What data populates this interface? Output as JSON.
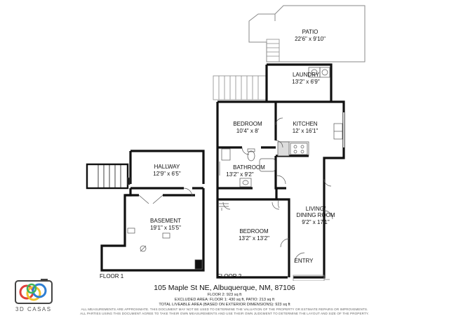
{
  "rooms": {
    "patio": {
      "name": "PATIO",
      "size": "22'6\" x 9'10\""
    },
    "laundry": {
      "name": "LAUNDRY",
      "size": "13'2\" x 6'9\""
    },
    "bedroom1": {
      "name": "BEDROOM",
      "size": "10'4\" x 8'"
    },
    "kitchen": {
      "name": "KITCHEN",
      "size": "12' x 16'1\""
    },
    "bathroom": {
      "name": "BATHROOM",
      "size": "13'2\" x 9'2\""
    },
    "living": {
      "name1": "LIVING/",
      "name2": "DINING ROOM",
      "size": "9'2\" x 17'1\""
    },
    "bedroom2": {
      "name": "BEDROOM",
      "size": "13'2\" x 13'2\""
    },
    "entry": {
      "name": "ENTRY"
    },
    "hallway": {
      "name": "HALLWAY",
      "size": "12'9\" x 6'5\""
    },
    "basement": {
      "name": "BASEMENT",
      "size": "19'1\" x 15'5\""
    }
  },
  "floors": {
    "floor1": "FLOOR 1",
    "floor2": "FLOOR 2"
  },
  "footer": {
    "address": "105 Maple St NE, Albuquerque, NM, 87106",
    "floor2_area": "FLOOR 2: 923 sq ft",
    "excluded": "EXCLUDED AREA: FLOOR 1: 430 sq ft, PATIO: 213 sq ft",
    "total": "TOTAL LIVEABLE AREA (BASED ON EXTERIOR DIMENSIONS): 923 sq ft",
    "disclaimer1": "ALL MEASUREMENTS ARE APPROXIMATE. THIS DOCUMENT MAY NOT BE USED TO DETERMINE THE VALUATION OF THE PROPERTY OR ESTIMATE REPAIRS OR IMPROVEMENTS.",
    "disclaimer2": "ALL PARTIES USING THIS DOCUMENT AGREE TO TAKE THEIR OWN MEASUREMENTS AND USE THEIR OWN JUDGMENT TO DETERMINE THE LAYOUT AND SIZE OF THE PROPERTY."
  },
  "brand": {
    "name": "3D CASAS"
  },
  "colors": {
    "wall": "#111111",
    "line": "#8a8a8a",
    "logo_red": "#e0403a",
    "logo_yellow": "#f2c12e",
    "logo_blue": "#2f7fd3",
    "logo_green": "#3fb45a"
  }
}
